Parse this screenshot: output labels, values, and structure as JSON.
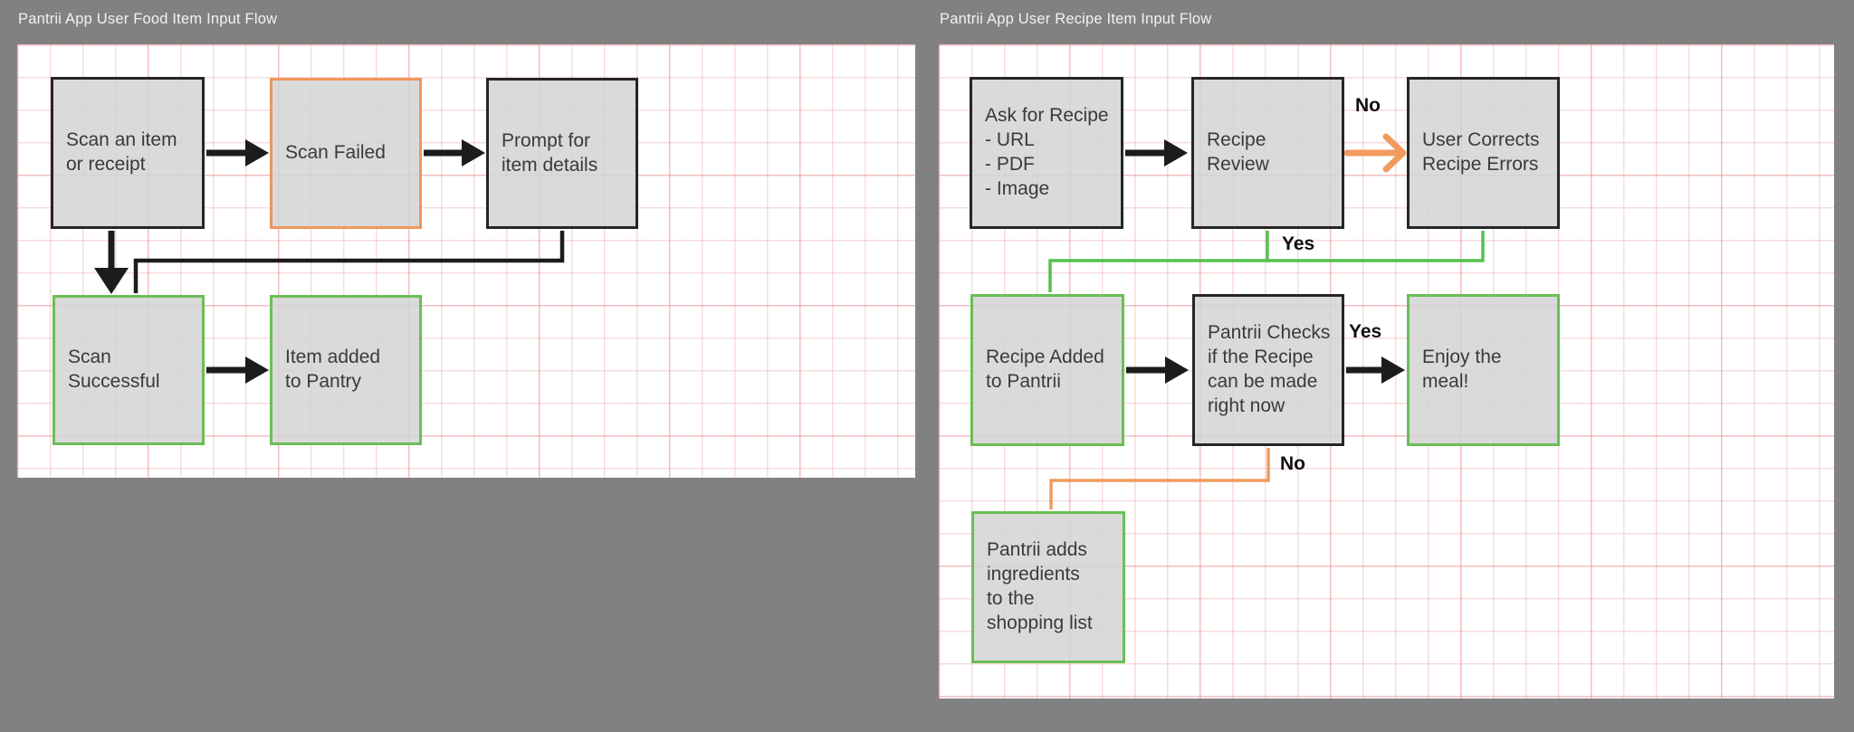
{
  "colors": {
    "page_background": "#818181",
    "canvas_background": "#ffffff",
    "grid_line_pink": "#f0b6ba",
    "node_fill": "#d3d3d3",
    "border_dark": "#262626",
    "border_green": "#6abf55",
    "border_orange": "#f0965c",
    "connector_black": "#1c1c1c",
    "connector_green": "#55c24e",
    "connector_orange": "#f09a5e",
    "title_text": "#f2f2f2",
    "node_text": "#3a3a3a",
    "edge_label_text": "#101010"
  },
  "left_chart": {
    "title": "Pantrii App User Food Item Input Flow",
    "nodes": {
      "scan_item": {
        "label": "Scan an item\nor receipt",
        "border": "dark"
      },
      "scan_failed": {
        "label": "Scan Failed",
        "border": "orange"
      },
      "prompt_details": {
        "label": "Prompt for\nitem details",
        "border": "dark"
      },
      "scan_successful": {
        "label": "Scan\nSuccessful",
        "border": "green"
      },
      "item_added": {
        "label": "Item added\nto Pantry",
        "border": "green"
      }
    },
    "edges": [
      "scan_item → scan_failed (black arrow)",
      "scan_failed → prompt_details (black arrow)",
      "scan_item ↓ scan_successful (black arrow)",
      "prompt_details → scan_successful (black elbow connector)",
      "scan_successful → item_added (black arrow)"
    ]
  },
  "right_chart": {
    "title": "Pantrii App User Recipe Item Input Flow",
    "nodes": {
      "ask_recipe": {
        "label": "Ask for Recipe\n- URL\n- PDF\n- Image",
        "border": "dark"
      },
      "recipe_review": {
        "label": "Recipe Review",
        "border": "dark"
      },
      "user_corrects": {
        "label": "User Corrects\nRecipe Errors",
        "border": "dark"
      },
      "recipe_added": {
        "label": "Recipe Added\nto Pantrii",
        "border": "green"
      },
      "pantrii_checks": {
        "label": "Pantrii Checks\nif the Recipe\ncan be made\nright now",
        "border": "dark"
      },
      "enjoy_meal": {
        "label": "Enjoy the\nmeal!",
        "border": "green"
      },
      "adds_ingredients": {
        "label": "Pantrii adds\ningredients\nto the\nshopping list",
        "border": "green"
      }
    },
    "edge_labels": {
      "review_no": "No",
      "review_yes": "Yes",
      "checks_yes": "Yes",
      "checks_no": "No"
    },
    "edges": [
      "ask_recipe → recipe_review (black arrow)",
      "recipe_review → user_corrects (orange arrow, label No)",
      "recipe_review & user_corrects → recipe_added (green elbow connector, label Yes)",
      "recipe_added → pantrii_checks (black arrow)",
      "pantrii_checks → enjoy_meal (black arrow, label Yes)",
      "pantrii_checks → adds_ingredients (orange elbow connector, label No)"
    ]
  }
}
